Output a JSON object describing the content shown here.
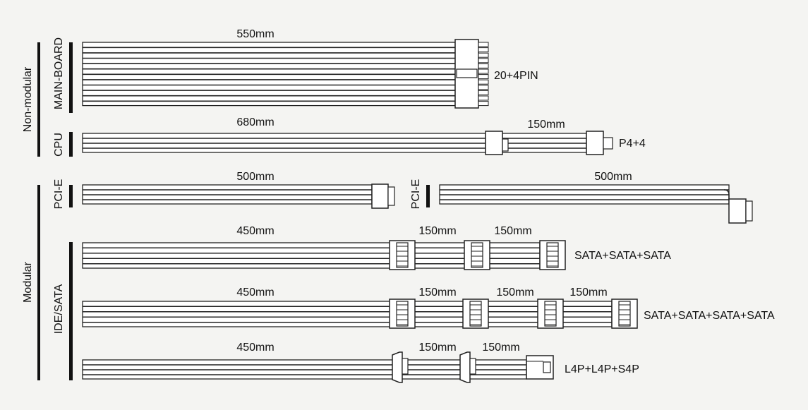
{
  "groups": {
    "non_modular": "Non-modular",
    "modular": "Modular"
  },
  "categories": {
    "main_board": "MAIN-BOARD",
    "cpu": "CPU",
    "pcie_left": "PCI-E",
    "pcie_right": "PCI-E",
    "ide_sata": "IDE/SATA"
  },
  "cables": {
    "main_board": {
      "lengths": [
        "550mm"
      ],
      "connector": "20+4PIN"
    },
    "cpu": {
      "lengths": [
        "680mm",
        "150mm"
      ],
      "connector": "P4+4"
    },
    "pcie_left": {
      "lengths": [
        "500mm"
      ]
    },
    "pcie_right": {
      "lengths": [
        "500mm"
      ]
    },
    "sata3": {
      "lengths": [
        "450mm",
        "150mm",
        "150mm"
      ],
      "connector": "SATA+SATA+SATA"
    },
    "sata4": {
      "lengths": [
        "450mm",
        "150mm",
        "150mm",
        "150mm"
      ],
      "connector": "SATA+SATA+SATA+SATA"
    },
    "l4p": {
      "lengths": [
        "450mm",
        "150mm",
        "150mm"
      ],
      "connector": "L4P+L4P+S4P"
    }
  }
}
